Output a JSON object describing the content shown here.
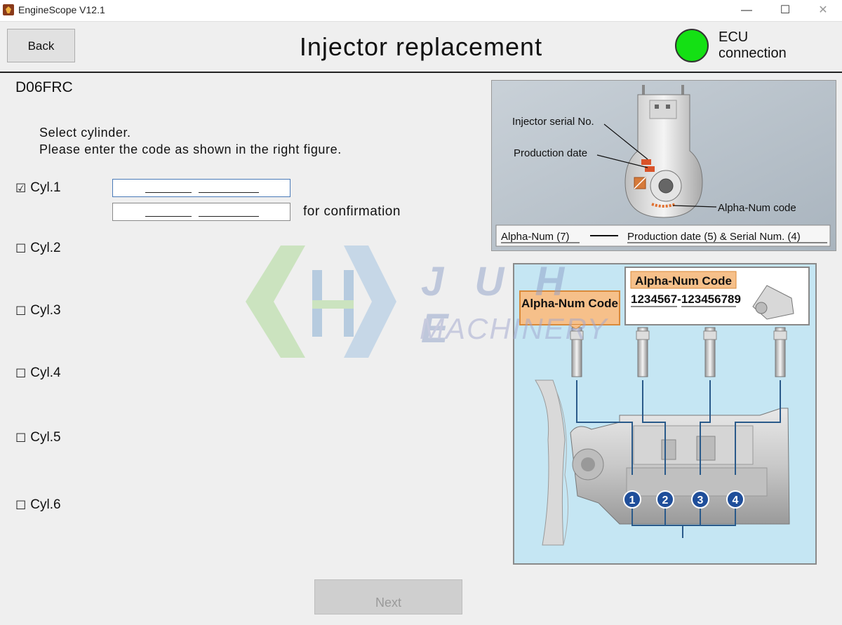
{
  "window": {
    "title": "EngineScope V12.1",
    "minimize": "—",
    "maximize": "☐",
    "close": "✕"
  },
  "header": {
    "back_label": "Back",
    "title": "Injector replacement",
    "ecu_label_line1": "ECU",
    "ecu_label_line2": "connection",
    "ecu_status_color": "#14e014"
  },
  "model": "D06FRC",
  "instructions": {
    "line1": "Select cylinder.",
    "line2": "Please enter the code as shown in the right figure."
  },
  "cylinders": [
    {
      "label": "Cyl.1",
      "checked": true,
      "mark": "☑"
    },
    {
      "label": "Cyl.2",
      "checked": false,
      "mark": "☐"
    },
    {
      "label": "Cyl.3",
      "checked": false,
      "mark": "☐"
    },
    {
      "label": "Cyl.4",
      "checked": false,
      "mark": "☐"
    },
    {
      "label": "Cyl.5",
      "checked": false,
      "mark": "☐"
    },
    {
      "label": "Cyl.6",
      "checked": false,
      "mark": "☐"
    }
  ],
  "code_inputs": {
    "code_value": "",
    "confirm_value": "",
    "confirm_label": "for confirmation"
  },
  "figure_top": {
    "serial_label": "Injector serial No.",
    "date_label": "Production date",
    "alpha_label": "Alpha-Num code",
    "legend_alpha": "Alpha-Num (7)",
    "legend_rest": "Production date (5) & Serial Num. (4)"
  },
  "figure_bottom": {
    "callout1": "Alpha-Num Code",
    "callout2_title": "Alpha-Num Code",
    "callout2_code": "1234567-123456789",
    "injector_numbers": [
      "1",
      "2",
      "3",
      "4"
    ]
  },
  "watermark": {
    "brand": "J U H E",
    "sub": "MACHINERY"
  },
  "footer": {
    "next_label": "Next"
  }
}
